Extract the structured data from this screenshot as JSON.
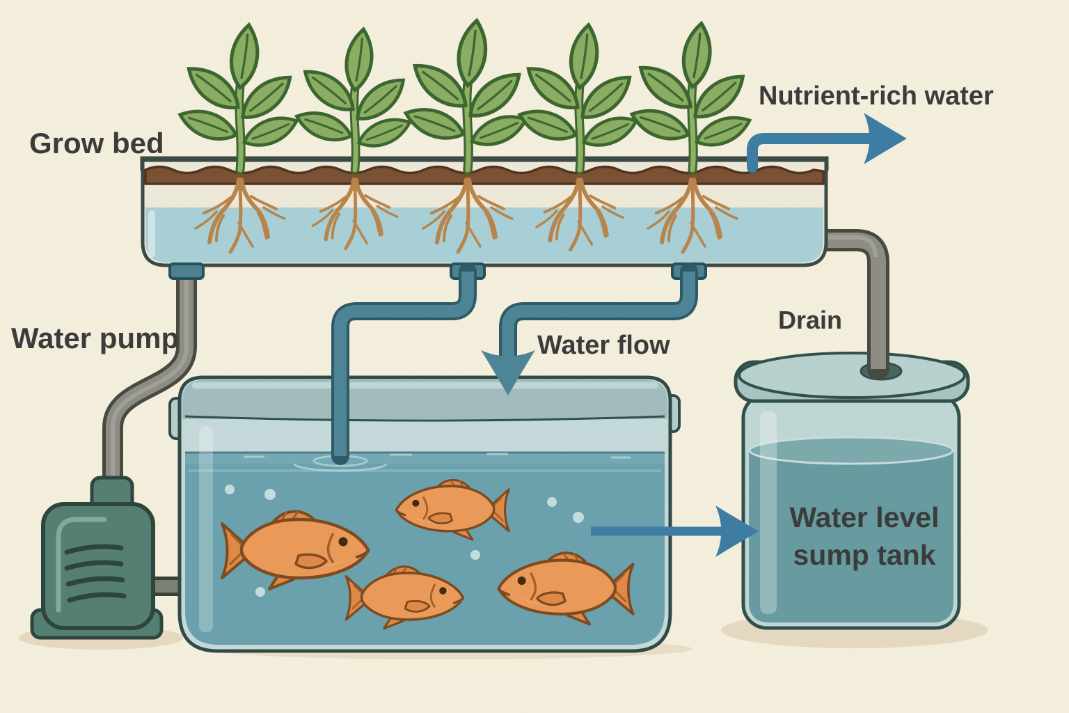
{
  "labels": {
    "grow_bed": "Grow bed",
    "nutrient_rich_water": "Nutrient-rich water",
    "water_pump": "Water pump",
    "water_flow": "Water flow",
    "drain": "Drain",
    "sump_line1": "Water level",
    "sump_line2": "sump tank"
  },
  "diagram": {
    "type": "aquaponics-system",
    "plant_count": 5,
    "fish_count": 4,
    "components": [
      "Grow bed",
      "Water pump",
      "Fish tank",
      "Sump tank",
      "Drain pipe",
      "Flow arrows"
    ],
    "flows": [
      {
        "label": "Nutrient-rich water",
        "style": "arrow-right-out-of-grow-bed"
      },
      {
        "label": "Water flow",
        "style": "arrow-down-from-grow-bed-into-fish-tank"
      },
      {
        "label": "Drain",
        "style": "pipe-from-grow-bed-into-sump-tank"
      },
      {
        "label": "Water level sump tank",
        "style": "arrow-right-from-fish-tank-into-sump-tank"
      }
    ]
  },
  "colors": {
    "background": "#f5efde",
    "label_text": "#3b3b3b",
    "arrow_blue": "#3d7ca4",
    "pipe_teal": "#4d8597",
    "pipe_gray": "#8f8e85",
    "tank_water": "#6aa2ad",
    "bed_water": "#a9cfd8",
    "soil_brown": "#7a5132",
    "leaf_green": "#8cae63",
    "root_tan": "#b9854a",
    "fish_orange": "#eb9a58",
    "pump_green": "#567f73",
    "glass": "#c6dadb"
  }
}
